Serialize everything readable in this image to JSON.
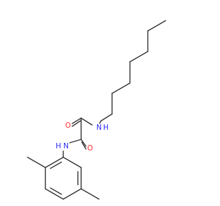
{
  "molecule": {
    "atoms": [
      {
        "symbol": "O",
        "color": "#ff2a2a"
      },
      {
        "symbol": "O",
        "color": "#ff2a2a"
      },
      {
        "symbol": "N",
        "color": "#2a2aff"
      },
      {
        "symbol": "H",
        "color": "#2a2aff"
      },
      {
        "symbol": "N",
        "color": "#2a2aff"
      },
      {
        "symbol": "H",
        "color": "#2a2aff"
      }
    ],
    "bond_color": "#303030"
  }
}
